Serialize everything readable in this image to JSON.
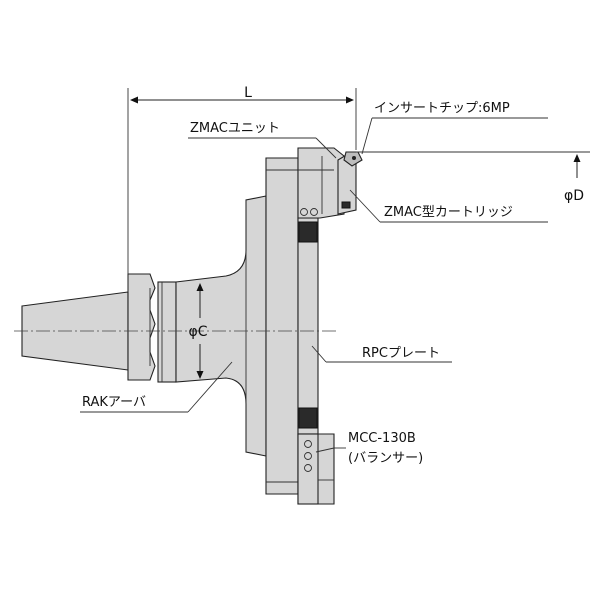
{
  "dimensions": {
    "length": "L",
    "diameter_c": "φC",
    "diameter_d": "φD"
  },
  "labels": {
    "insert_tip": "インサートチップ:6MP",
    "zmac_unit": "ZMACユニット",
    "zmac_cartridge": "ZMAC型カートリッジ",
    "rpc_plate": "RPCプレート",
    "rak_arbor": "RAKアーバ",
    "balancer_model": "MCC-130B",
    "balancer_name": "(バランサー)"
  }
}
